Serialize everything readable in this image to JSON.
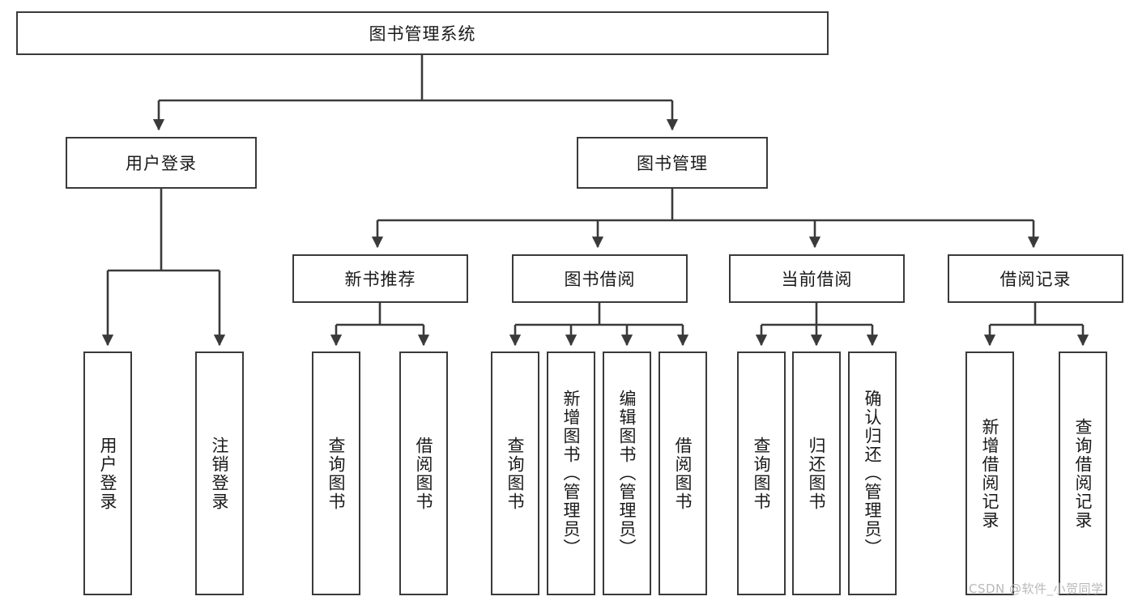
{
  "diagram": {
    "type": "hierarchy-tree",
    "title": "图书管理系统",
    "root": {
      "id": "root",
      "label": "图书管理系统"
    },
    "level2": [
      {
        "id": "user-login",
        "label": "用户登录"
      },
      {
        "id": "book-manage",
        "label": "图书管理"
      }
    ],
    "level3": [
      {
        "id": "new-book-recommend",
        "label": "新书推荐"
      },
      {
        "id": "book-borrow",
        "label": "图书借阅"
      },
      {
        "id": "current-borrow",
        "label": "当前借阅"
      },
      {
        "id": "borrow-record",
        "label": "借阅记录"
      }
    ],
    "leaves": {
      "user_login": [
        {
          "id": "leaf-user-login",
          "label": "用户登录"
        },
        {
          "id": "leaf-logout-login",
          "label": "注销登录"
        }
      ],
      "new_book_recommend": [
        {
          "id": "leaf-query-book-1",
          "label": "查询图书"
        },
        {
          "id": "leaf-borrow-book-1",
          "label": "借阅图书"
        }
      ],
      "book_borrow": [
        {
          "id": "leaf-query-book-2",
          "label": "查询图书"
        },
        {
          "id": "leaf-add-book-admin",
          "label": "新增图书（管理员）"
        },
        {
          "id": "leaf-edit-book-admin",
          "label": "编辑图书（管理员）"
        },
        {
          "id": "leaf-borrow-book-2",
          "label": "借阅图书"
        }
      ],
      "current_borrow": [
        {
          "id": "leaf-query-book-3",
          "label": "查询图书"
        },
        {
          "id": "leaf-return-book",
          "label": "归还图书"
        },
        {
          "id": "leaf-confirm-return-admin",
          "label": "确认归还（管理员）"
        }
      ],
      "borrow_record": [
        {
          "id": "leaf-add-borrow-record",
          "label": "新增借阅记录"
        },
        {
          "id": "leaf-query-borrow-record",
          "label": "查询借阅记录"
        }
      ]
    }
  },
  "watermark": {
    "text": "CSDN @软件_小贺同学"
  },
  "colors": {
    "background": "#ffffff",
    "box_border": "#3a3a3a",
    "connector": "#3a3a3a",
    "text": "#1a1a1a",
    "watermark": "#b9b9b9"
  }
}
